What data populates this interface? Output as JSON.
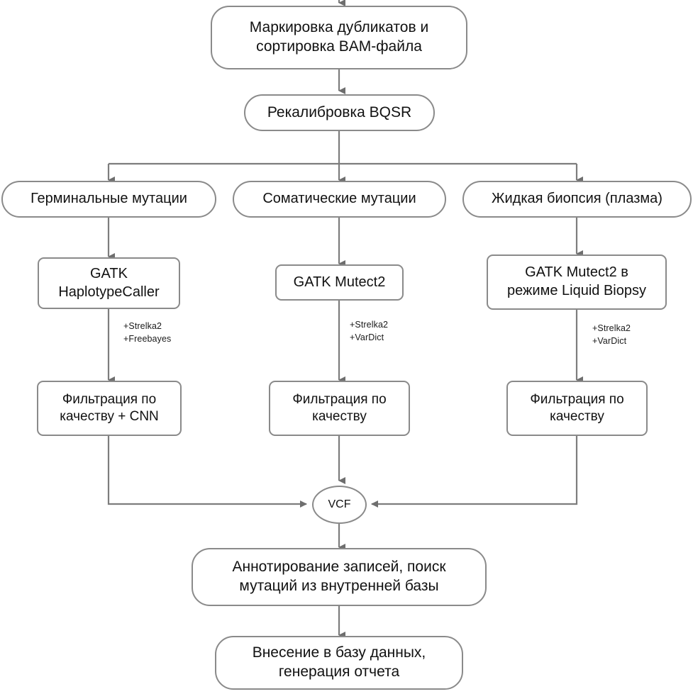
{
  "diagram": {
    "title": "Bioinformatics variant calling pipeline flowchart",
    "stroke_color": "#8a8a8a",
    "text_color": "#111111",
    "background": "#ffffff"
  },
  "nodes": {
    "mark_duplicates": "Маркировка дубликатов и\nсортировка BAM-файла",
    "bqsr": "Рекалибровка BQSR",
    "germline": "Герминальные мутации",
    "somatic": "Соматические мутации",
    "liquid_biopsy": "Жидкая биопсия (плазма)",
    "haplotypecaller": "GATK\nHaplotypeCaller",
    "mutect2": "GATK Mutect2",
    "mutect2_liquid": "GATK Mutect2 в\nрежиме Liquid Biopsy",
    "filter_germline": "Фильтрация по\nкачеству + CNN",
    "filter_somatic": "Фильтрация по\nкачеству",
    "filter_liquid": "Фильтрация по\nкачеству",
    "vcf": "VCF",
    "annotation": "Аннотирование записей, поиск\nмутаций из внутренней базы",
    "report": "Внесение в базу данных,\nгенерация отчета"
  },
  "edge_labels": {
    "germline_tools": "+Strelka2\n+Freebayes",
    "somatic_tools": "+Strelka2\n+VarDict",
    "liquid_tools": "+Strelka2\n+VarDict"
  }
}
